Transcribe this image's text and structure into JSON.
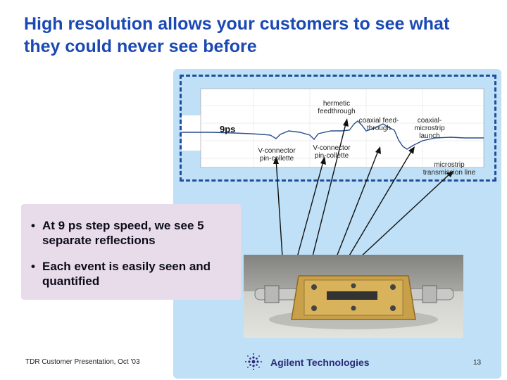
{
  "slide": {
    "title": "High resolution allows your customers to see what they could never see before",
    "footer_left": "TDR Customer Presentation, Oct '03",
    "company": "Agilent Technologies",
    "page_number": "13"
  },
  "tdr": {
    "step_label": "9ps",
    "annotations": [
      "hermetic feedthrough",
      "coaxial feed-through",
      "coaxial-microstrip launch",
      "V-connector pin-collette",
      "V-connector pin-collette",
      "microstrip transmission line"
    ]
  },
  "bullets": [
    "At 9 ps step speed, we see 5 separate reflections",
    "Each event is easily seen and quantified"
  ],
  "colors": {
    "title": "#1a49b4",
    "panel": "#bfe0f6",
    "bullet_box": "#e9dcea",
    "dashed_border": "#1f4f9c"
  }
}
